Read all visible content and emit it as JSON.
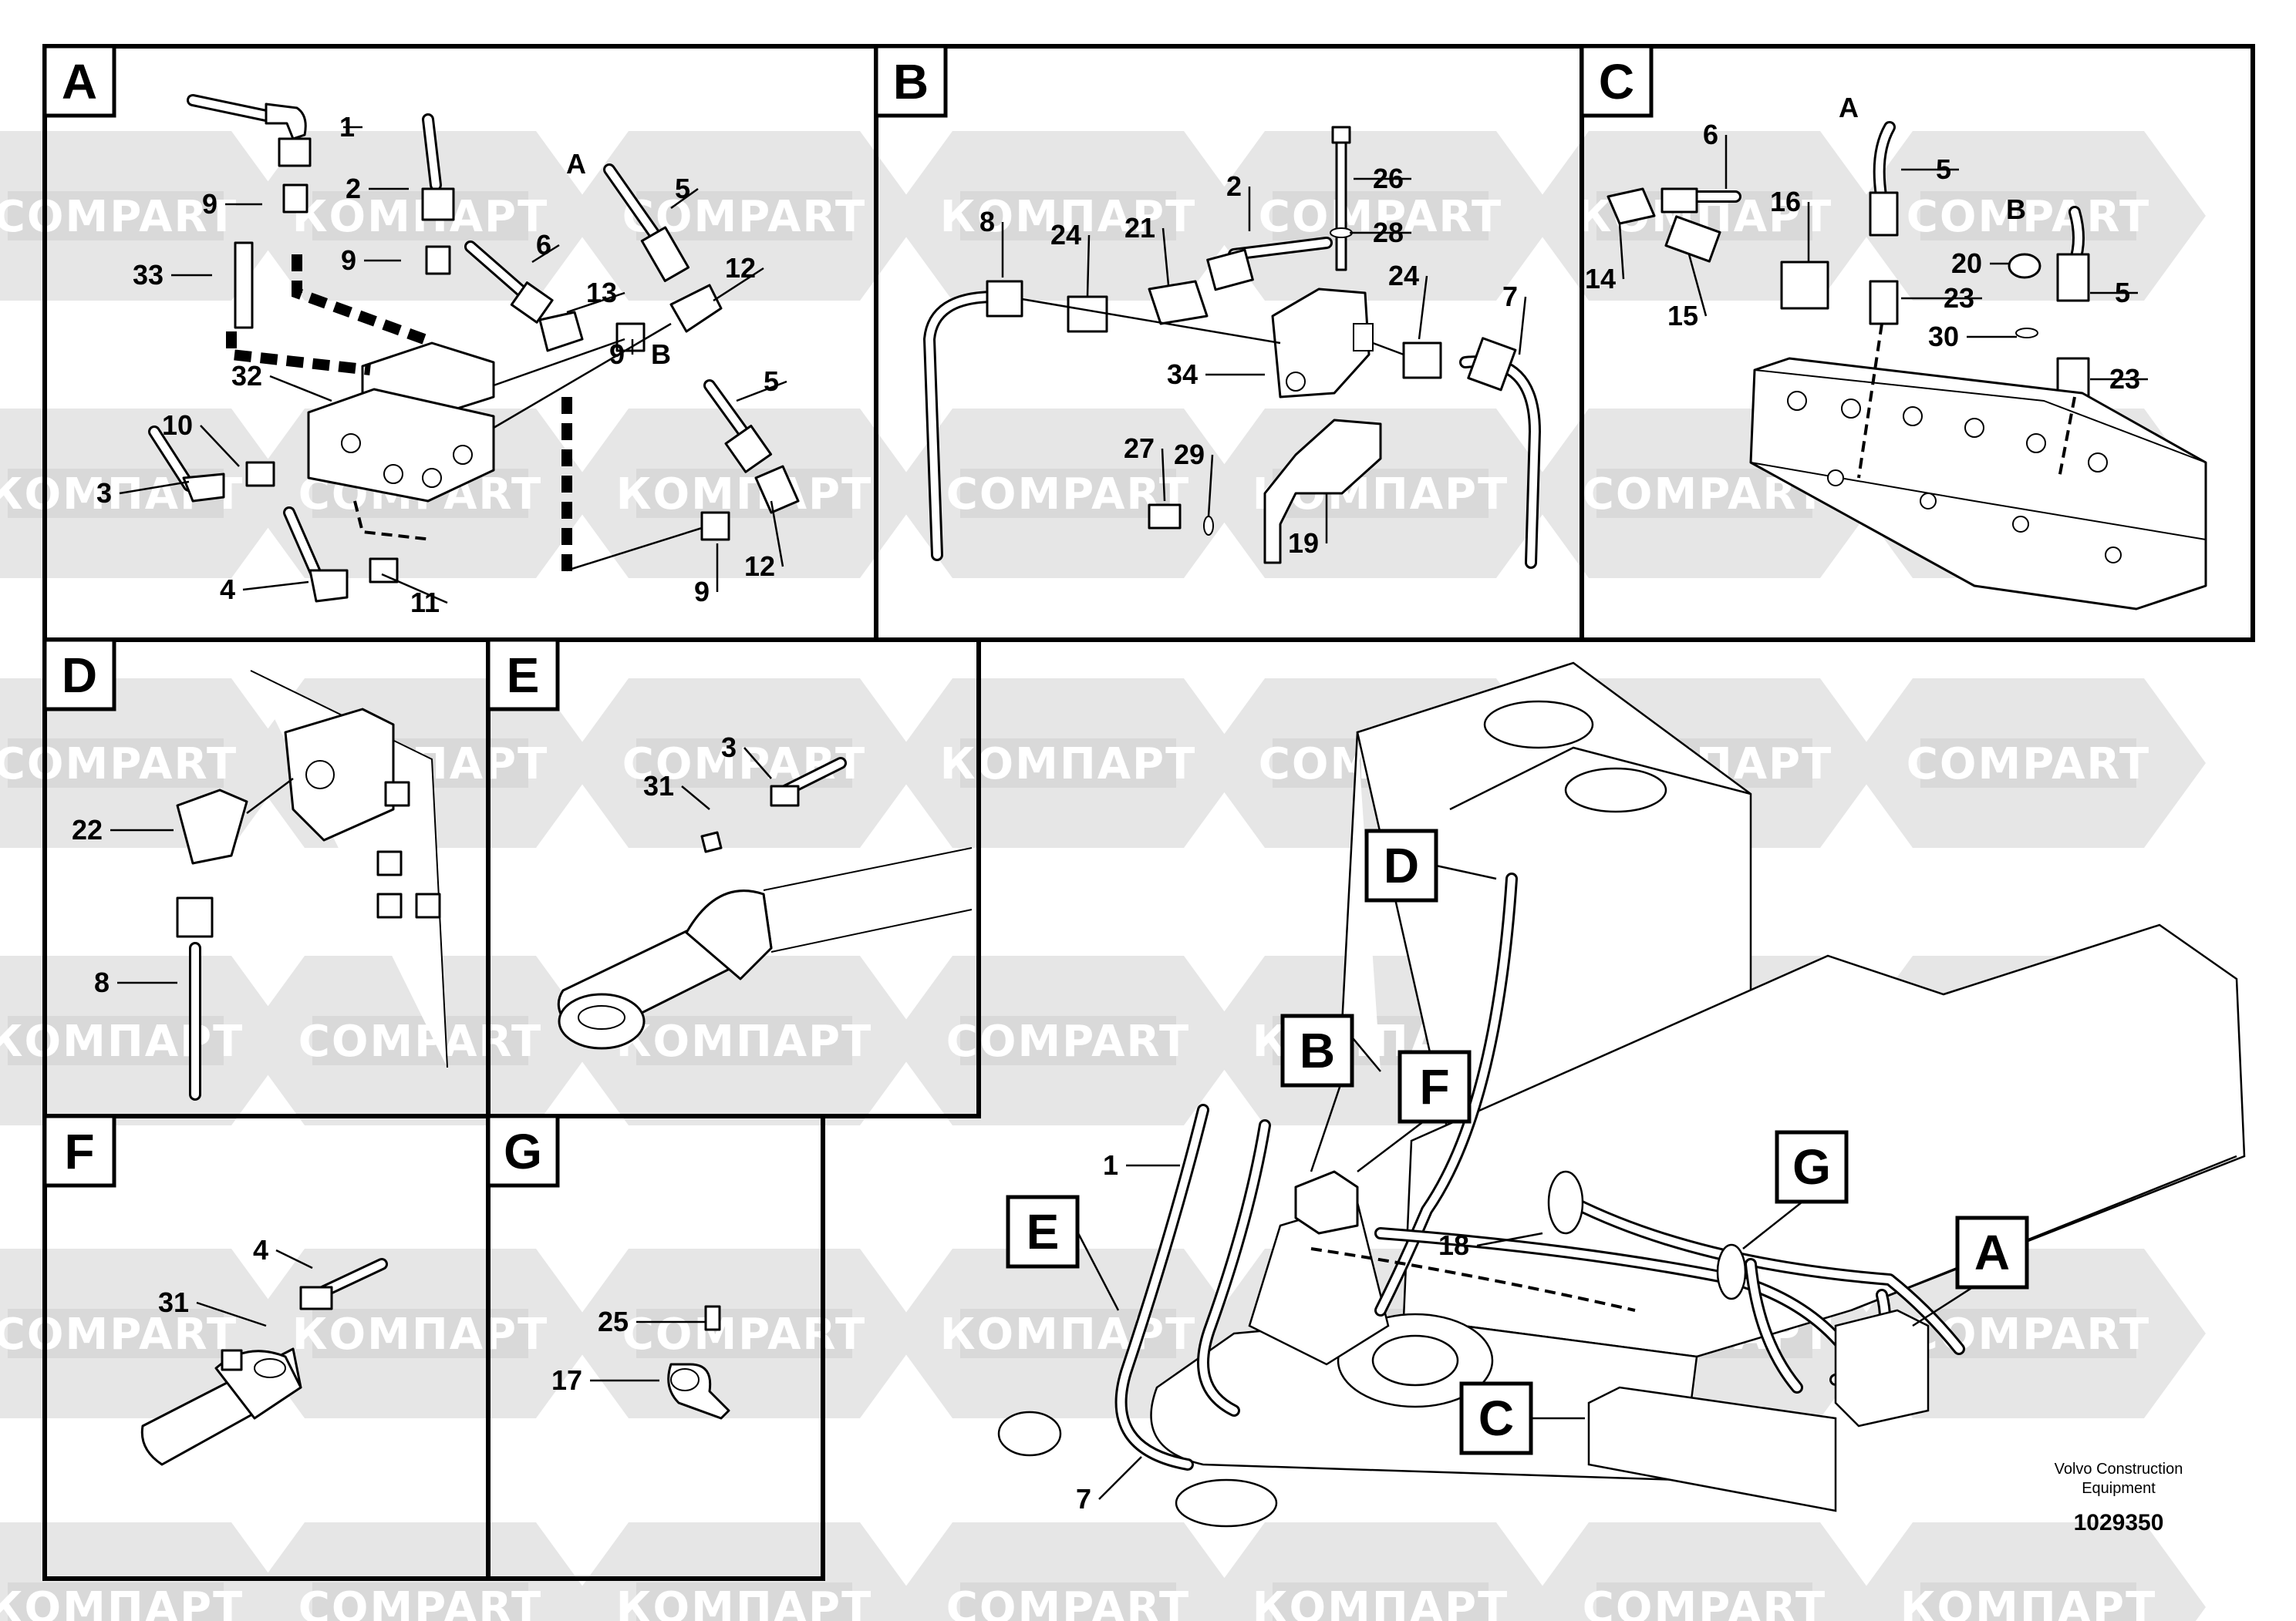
{
  "watermark": {
    "texts": [
      "COMPART",
      "КОМПАРТ"
    ]
  },
  "panels": {
    "A": {
      "tag": "A"
    },
    "B": {
      "tag": "B"
    },
    "C": {
      "tag": "C"
    },
    "D": {
      "tag": "D"
    },
    "E": {
      "tag": "E"
    },
    "F": {
      "tag": "F"
    },
    "G": {
      "tag": "G"
    }
  },
  "callouts": {
    "A": [
      "1",
      "9",
      "2",
      "9",
      "A",
      "5",
      "6",
      "33",
      "13",
      "12",
      "32",
      "9",
      "B",
      "5",
      "10",
      "3",
      "12",
      "4",
      "11",
      "9"
    ],
    "B": [
      "26",
      "2",
      "28",
      "8",
      "24",
      "21",
      "24",
      "7",
      "34",
      "27",
      "29",
      "19"
    ],
    "C": [
      "A",
      "6",
      "5",
      "16",
      "B",
      "14",
      "15",
      "20",
      "23",
      "5",
      "30",
      "23"
    ],
    "D": [
      "22",
      "8"
    ],
    "E": [
      "3",
      "31"
    ],
    "F": [
      "4",
      "31"
    ],
    "G": [
      "25",
      "17"
    ],
    "main": [
      "D",
      "B",
      "F",
      "1",
      "E",
      "G",
      "A",
      "18",
      "C",
      "7"
    ]
  },
  "footer": {
    "manufacturer_line1": "Volvo Construction",
    "manufacturer_line2": "Equipment",
    "doc_number": "1029350"
  }
}
